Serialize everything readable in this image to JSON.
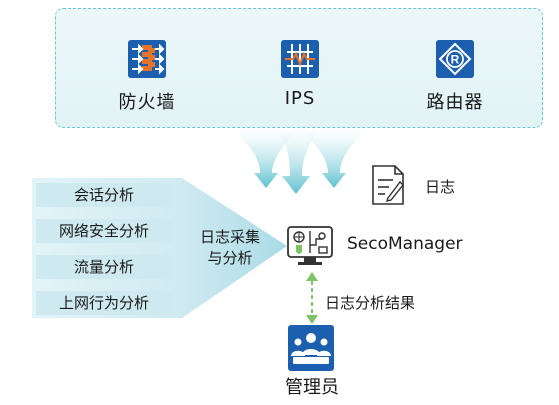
{
  "devices": [
    {
      "label": "防火墙",
      "icon": "firewall-icon"
    },
    {
      "label": "IPS",
      "icon": "ips-icon"
    },
    {
      "label": "路由器",
      "icon": "router-icon"
    }
  ],
  "log": {
    "label": "日志",
    "icon": "document-edit-icon"
  },
  "analysis_items": [
    "会话分析",
    "网络安全分析",
    "流量分析",
    "上网行为分析"
  ],
  "collect_label": {
    "line1": "日志采集",
    "line2": "与分析"
  },
  "seco_manager": {
    "label": "SecoManager",
    "icon": "monitor-settings-icon"
  },
  "result_label": "日志分析结果",
  "admin": {
    "label": "管理员",
    "icon": "admin-group-icon"
  },
  "colors": {
    "accent": "#1c5fae",
    "teal": "#6cc6cf",
    "light": "#cfe9f0",
    "green": "#7cc466"
  }
}
